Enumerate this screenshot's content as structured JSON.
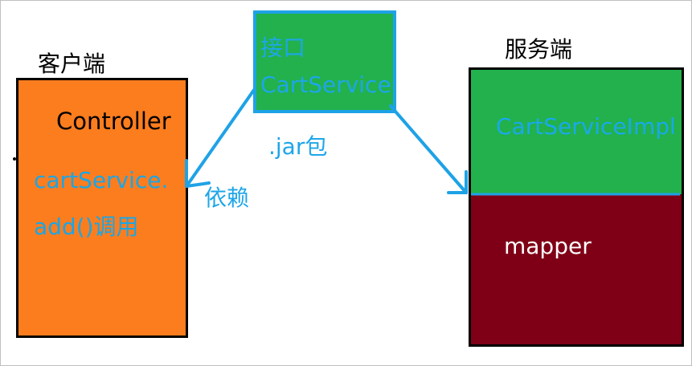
{
  "client": {
    "title": "客户端",
    "controller_label": "Controller",
    "call_line1": "cartService.",
    "call_line2": "add()调用"
  },
  "interface": {
    "label_line1": "接口",
    "label_line2": "CartService",
    "jar_label": ".jar包",
    "depend_label": "依赖"
  },
  "server": {
    "title": "服务端",
    "impl_label": "CartServiceImpl",
    "mapper_label": "mapper"
  },
  "colors": {
    "client_box": "#fc7d1e",
    "interface_box": "#22b14c",
    "interface_border": "#1ea2e6",
    "impl_box": "#22b14c",
    "mapper_box": "#7f0016",
    "arrow": "#1ea2e6",
    "blue_text": "#1ea6e8"
  }
}
